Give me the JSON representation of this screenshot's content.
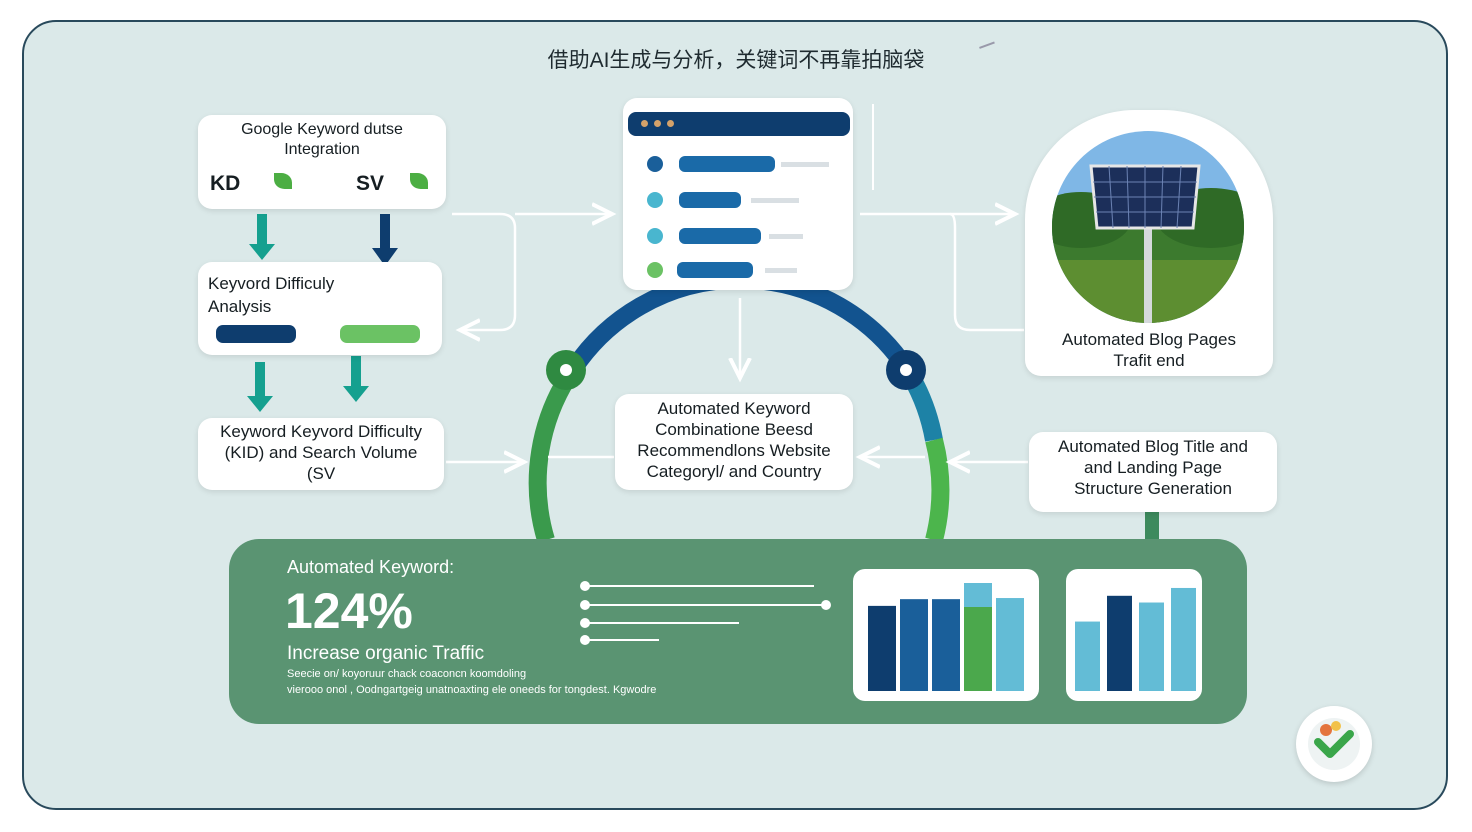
{
  "title": "借助AI生成与分析，关键词不再靠拍脑袋",
  "integration": {
    "line1": "Google Keyword dutse",
    "line2": "Integration",
    "kd": "KD",
    "sv": "SV"
  },
  "analysis": {
    "line1": "Keyvord Difficuly",
    "line2": "Analysis"
  },
  "kd_sv": {
    "line1": "Keyword Keyvord Difficulty",
    "line2": "(KID) and Search Volume",
    "line3": "(SV"
  },
  "recommend": {
    "line1": "Automated Keyword",
    "line2": "Combinatione Beesd",
    "line3": "Recommendlons Website",
    "line4": "Categoryl/ and Country"
  },
  "blog_pages": {
    "line1": "Automated Blog Pages",
    "line2": "Trafit end"
  },
  "blog_title": {
    "line1": "Automated Blog Title and",
    "line2": "and Landing Page",
    "line3": "Structure Generation"
  },
  "results": {
    "heading": "Automated Keyword:",
    "stat": "124%",
    "subheading": "Increase organic Traffic",
    "note1": "Seecie on/ koyoruur chack coaconcn koomdoling",
    "note2": "vierooo onol , Oodngartgeig unatnoaxting ele oneeds for tongdest. Kgwodre"
  },
  "colors": {
    "navy": "#0e3d6e",
    "blue": "#1a5f9a",
    "teal": "#11a393",
    "green": "#5fbf6b",
    "panel": "#5a9472",
    "light_blue": "#63bcd6"
  },
  "chart_data": [
    {
      "type": "bar",
      "values": [
        0.76,
        0.82,
        0.82,
        0.82,
        0.83
      ]
    },
    {
      "type": "bar",
      "values": [
        0.62,
        0.85,
        0.79,
        0.92
      ]
    }
  ]
}
